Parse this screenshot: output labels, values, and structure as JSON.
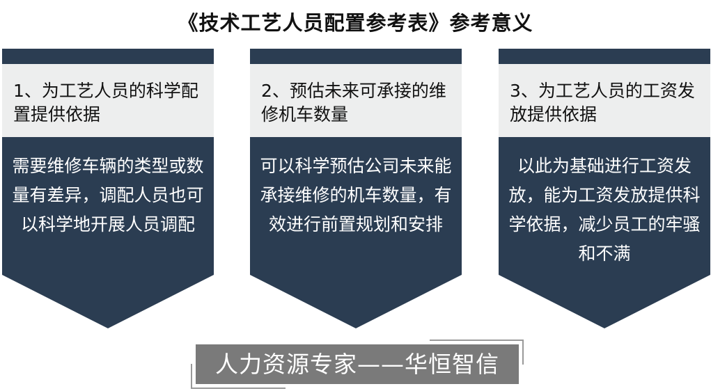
{
  "title": "《技术工艺人员配置参考表》参考意义",
  "panels": [
    {
      "heading": "1、为工艺人员的科学配置提供依据",
      "body": "需要维修车辆的类型或数量有差异，调配人员也可以科学地开展人员调配"
    },
    {
      "heading": "2、预估未来可承接的维修机车数量",
      "body": "可以科学预估公司未来能承接维修的机车数量，有效进行前置规划和安排"
    },
    {
      "heading": "3、为工艺人员的工资发放提供依据",
      "body": "以此为基础进行工资发放，能为工资发放提供科学依据，减少员工的牢骚和不满"
    }
  ],
  "banner": "人力资源专家——华恒智信",
  "colors": {
    "dark": "#2b3d52",
    "light": "#edeeee",
    "banner": "#7a7a7a"
  }
}
